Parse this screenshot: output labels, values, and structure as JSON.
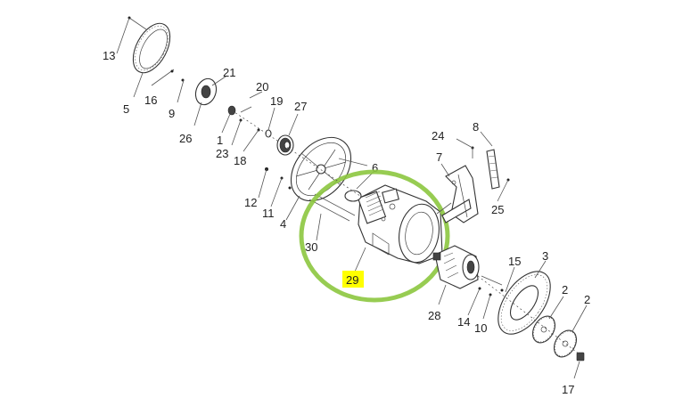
{
  "diagram": {
    "labels": {
      "p13": "13",
      "p5": "5",
      "p16": "16",
      "p9": "9",
      "p21": "21",
      "p26": "26",
      "p20": "20",
      "p19": "19",
      "p27": "27",
      "p1": "1",
      "p23": "23",
      "p18": "18",
      "p6": "6",
      "p12": "12",
      "p11": "11",
      "p4": "4",
      "p30": "30",
      "p29": "29",
      "p24": "24",
      "p8": "8",
      "p7": "7",
      "p25": "25",
      "p15": "15",
      "p3": "3",
      "p28": "28",
      "p14": "14",
      "p10": "10",
      "p2a": "2",
      "p2b": "2",
      "p17": "17"
    },
    "colors": {
      "highlight_ring": "#8cc63f",
      "highlight_label_bg": "#ffff00",
      "line": "#333333"
    }
  }
}
